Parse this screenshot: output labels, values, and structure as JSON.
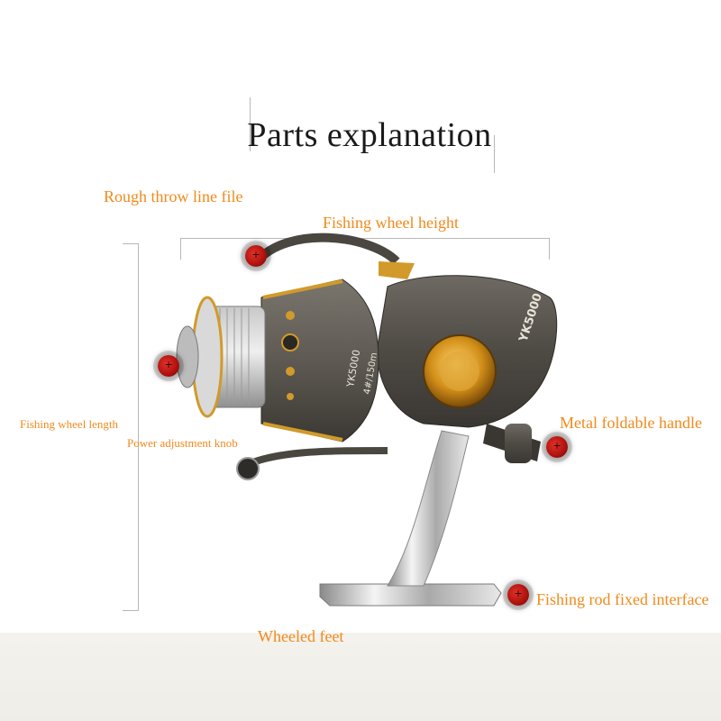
{
  "title": "Parts explanation",
  "labels": {
    "rough_throw": "Rough throw line file",
    "height": "Fishing wheel height",
    "length": "Fishing wheel length",
    "power_knob": "Power adjustment knob",
    "handle": "Metal foldable handle",
    "rod_interface": "Fishing rod fixed interface",
    "feet": "Wheeled feet"
  },
  "reel": {
    "model_spool": "YK5000",
    "model_body": "YK5000",
    "line_spec": "4#/150m"
  },
  "colors": {
    "accent": "#f08a1c",
    "marker": "#c41a14",
    "dimension_line": "#b8b8b8",
    "reel_body": "#5b5750",
    "gold": "#d19a2a"
  }
}
